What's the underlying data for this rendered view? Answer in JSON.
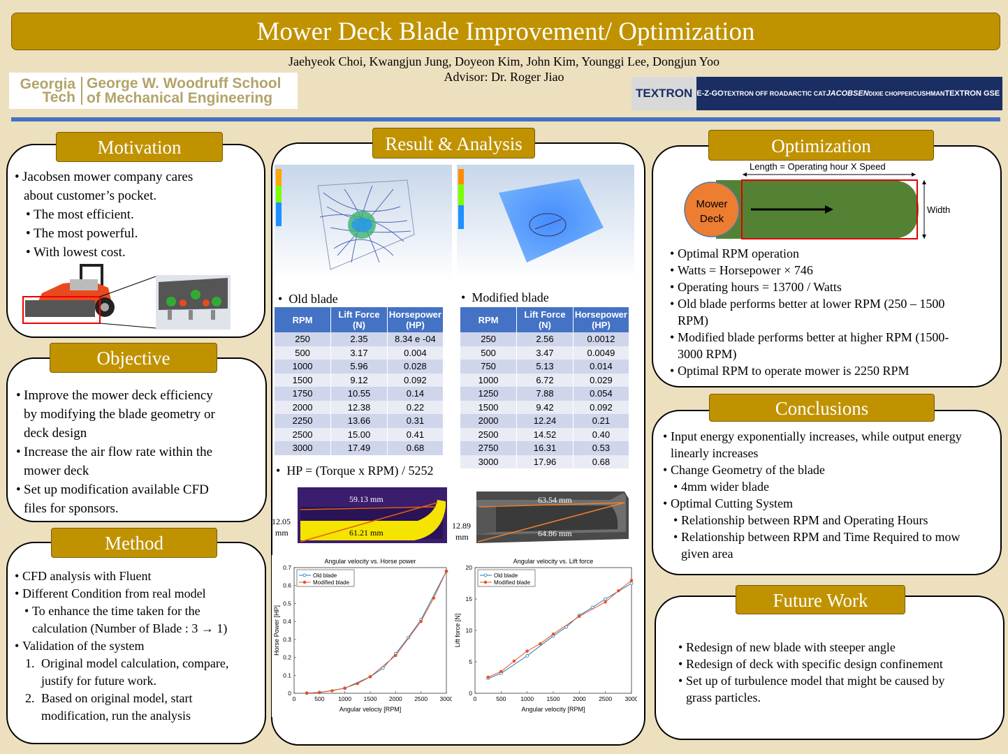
{
  "header": {
    "title": "Mower Deck Blade Improvement/ Optimization",
    "authors": "Jaehyeok Choi, Kwangjun Jung, Doyeon Kim, John Kim, Younggi Lee, Dongjun Yoo",
    "advisor": "Advisor: Dr. Roger Jiao"
  },
  "logos": {
    "gt_line1": "Georgia",
    "gt_line2": "Tech",
    "school_line1": "George W. Woodruff School",
    "school_line2": "of Mechanical Engineering",
    "sponsors": [
      "TEXTRON",
      "E-Z-GO",
      "TEXTRON OFF ROAD",
      "ARCTIC CAT",
      "JACOBSEN",
      "DIXIE CHOPPER",
      "CUSHMAN",
      "TEXTRON GSE"
    ]
  },
  "motivation": {
    "title": "Motivation",
    "line1": "Jacobsen mower company cares",
    "line2": "about customer’s pocket.",
    "sub": [
      "The most efficient.",
      "The most powerful.",
      "With lowest cost."
    ]
  },
  "objective": {
    "title": "Objective",
    "items": [
      [
        "Improve the mower deck efficiency",
        "by modifying the blade geometry or",
        "deck design"
      ],
      [
        "Increase the air flow rate within the",
        "mower deck"
      ],
      [
        "Set up modification available CFD",
        "files for sponsors."
      ]
    ]
  },
  "method": {
    "title": "Method",
    "b1": "CFD analysis with Fluent",
    "b2": "Different Condition from real model",
    "b2sub1": "To enhance the time taken for the",
    "b2sub2": "calculation (Number of Blade : 3 → 1)",
    "b3": "Validation of the system",
    "n1a": "Original model calculation, compare,",
    "n1b": "justify for future work.",
    "n2a": "Based on original model, start",
    "n2b": "modification, run the analysis",
    "n1": "1.",
    "n2": "2."
  },
  "results": {
    "title": "Result & Analysis",
    "old_label": "Old blade",
    "mod_label": "Modified blade",
    "col_rpm": "RPM",
    "col_lift": "Lift Force (N)",
    "col_hp": "Horsepower (HP)",
    "old_rows": [
      [
        "250",
        "2.35",
        "8.34 e -04"
      ],
      [
        "500",
        "3.17",
        "0.004"
      ],
      [
        "1000",
        "5.96",
        "0.028"
      ],
      [
        "1500",
        "9.12",
        "0.092"
      ],
      [
        "1750",
        "10.55",
        "0.14"
      ],
      [
        "2000",
        "12.38",
        "0.22"
      ],
      [
        "2250",
        "13.66",
        "0.31"
      ],
      [
        "2500",
        "15.00",
        "0.41"
      ],
      [
        "3000",
        "17.49",
        "0.68"
      ]
    ],
    "mod_rows": [
      [
        "250",
        "2.56",
        "0.0012"
      ],
      [
        "500",
        "3.47",
        "0.0049"
      ],
      [
        "750",
        "5.13",
        "0.014"
      ],
      [
        "1000",
        "6.72",
        "0.029"
      ],
      [
        "1250",
        "7.88",
        "0.054"
      ],
      [
        "1500",
        "9.42",
        "0.092"
      ],
      [
        "2000",
        "12.24",
        "0.21"
      ],
      [
        "2500",
        "14.52",
        "0.40"
      ],
      [
        "2750",
        "16.31",
        "0.53"
      ],
      [
        "3000",
        "17.96",
        "0.68"
      ]
    ],
    "formula": "HP = (Torque x RPM) / 5252",
    "old_dims": {
      "top": "59.13 mm",
      "diag": "61.21 mm",
      "side1": "12.05",
      "side2": "mm"
    },
    "mod_dims": {
      "top": "63.54 mm",
      "diag": "64.86 mm",
      "side1": "12.89",
      "side2": "mm"
    }
  },
  "chart_data": [
    {
      "type": "line",
      "title": "Angular velocity vs. Horse power",
      "xlabel": "Angular velociy [RPM]",
      "ylabel": "Horse Power [HP]",
      "xlim": [
        0,
        3000
      ],
      "ylim": [
        0,
        0.7
      ],
      "xticks": [
        "0",
        "500",
        "1000",
        "1500",
        "2000",
        "2500",
        "3000"
      ],
      "yticks": [
        "0",
        "0.1",
        "0.2",
        "0.3",
        "0.4",
        "0.5",
        "0.6",
        "0.7"
      ],
      "legend": "top-left",
      "series": [
        {
          "name": "Old blade",
          "color": "#1f77b4",
          "x": [
            250,
            500,
            1000,
            1500,
            1750,
            2000,
            2250,
            2500,
            3000
          ],
          "y": [
            0.000834,
            0.004,
            0.028,
            0.092,
            0.14,
            0.22,
            0.31,
            0.41,
            0.68
          ]
        },
        {
          "name": "Modified blade",
          "color": "#e8501f",
          "x": [
            250,
            500,
            750,
            1000,
            1250,
            1500,
            2000,
            2500,
            2750,
            3000
          ],
          "y": [
            0.0012,
            0.0049,
            0.014,
            0.029,
            0.054,
            0.092,
            0.21,
            0.4,
            0.53,
            0.68
          ]
        }
      ]
    },
    {
      "type": "line",
      "title": "Angular velocity vs. Lift force",
      "xlabel": "Angular velocity [RPM]",
      "ylabel": "Lift force [N]",
      "xlim": [
        0,
        3000
      ],
      "ylim": [
        0,
        20
      ],
      "xticks": [
        "0",
        "500",
        "1000",
        "1500",
        "2000",
        "2500",
        "3000"
      ],
      "yticks": [
        "0",
        "5",
        "10",
        "15",
        "20"
      ],
      "legend": "top-left",
      "series": [
        {
          "name": "Old blade",
          "color": "#1f77b4",
          "x": [
            250,
            500,
            1000,
            1500,
            1750,
            2000,
            2250,
            2500,
            3000
          ],
          "y": [
            2.35,
            3.17,
            5.96,
            9.12,
            10.55,
            12.38,
            13.66,
            15.0,
            17.49
          ]
        },
        {
          "name": "Modified blade",
          "color": "#e8501f",
          "x": [
            250,
            500,
            750,
            1000,
            1250,
            1500,
            2000,
            2500,
            2750,
            3000
          ],
          "y": [
            2.56,
            3.47,
            5.13,
            6.72,
            7.88,
            9.42,
            12.24,
            14.52,
            16.31,
            17.96
          ]
        }
      ]
    }
  ],
  "optimization": {
    "title": "Optimization",
    "length_label": "Length = Operating hour X Speed",
    "deck1": "Mower",
    "deck2": "Deck",
    "width_label": "Width",
    "items": [
      [
        "Optimal RPM operation"
      ],
      [
        "Watts = Horsepower × 746"
      ],
      [
        "Operating hours = 13700 / Watts"
      ],
      [
        "Old blade performs better at lower RPM (250 – 1500",
        "RPM)"
      ],
      [
        "Modified blade performs better at higher RPM (1500-",
        "3000 RPM)"
      ],
      [
        "Optimal RPM to operate mower is 2250 RPM"
      ]
    ]
  },
  "conclusions": {
    "title": "Conclusions",
    "c1a": "Input energy exponentially increases, while output energy",
    "c1b": "linearly increases",
    "c2": "Change Geometry of the blade",
    "c2s": "4mm wider blade",
    "c3": "Optimal Cutting System",
    "c3s1": "Relationship between RPM and Operating Hours",
    "c3s2a": "Relationship between RPM and Time Required to mow",
    "c3s2b": "given area"
  },
  "future": {
    "title": "Future Work",
    "items": [
      [
        "Redesign of new blade with steeper angle"
      ],
      [
        "Redesign of deck with specific design confinement"
      ],
      [
        "Set up of turbulence model that might be caused by",
        "grass particles."
      ]
    ]
  }
}
